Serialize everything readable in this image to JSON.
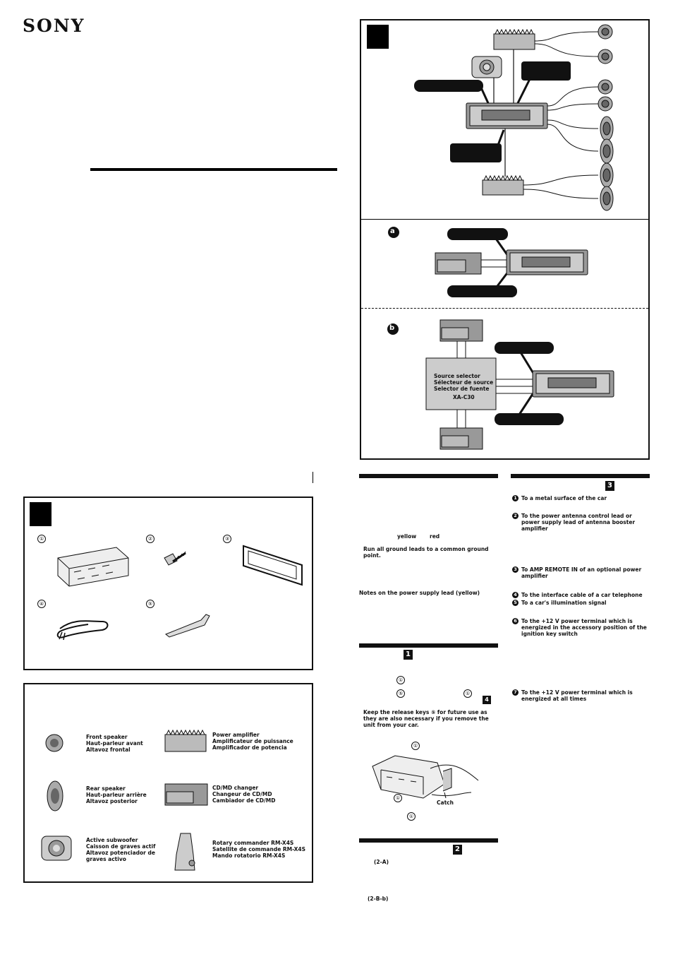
{
  "brand": "SONY",
  "diagram_right": {
    "sub_a_label": "a",
    "sub_b_label": "b",
    "source_selector": [
      "Source selector",
      "Sélecteur de source",
      "Selector de fuente",
      "XA-C30"
    ]
  },
  "supplied_parts": {
    "items": [
      {
        "num": "①"
      },
      {
        "num": "②"
      },
      {
        "num": "③"
      },
      {
        "num": "④"
      },
      {
        "num": "⑤"
      }
    ]
  },
  "legend": {
    "items": [
      {
        "labels": [
          "Front speaker",
          "Haut-parleur avant",
          "Altavoz frontal"
        ]
      },
      {
        "labels": [
          "Power amplifier",
          "Amplificateur de puissance",
          "Amplificador de potencia"
        ]
      },
      {
        "labels": [
          "Rear speaker",
          "Haut-parleur arrière",
          "Altavoz posterior"
        ]
      },
      {
        "labels": [
          "CD/MD changer",
          "Changeur de CD/MD",
          "Cambiador de CD/MD"
        ]
      },
      {
        "labels": [
          "Active subwoofer",
          "Caisson de graves actif",
          "Altavoz potenciador de",
          "graves activo"
        ]
      },
      {
        "labels": [
          "Rotary commander RM-X4S",
          "Satellite de commande RM-X4S",
          "Mando rotatorio RM-X4S"
        ]
      }
    ]
  },
  "middle_col": {
    "yellow": "yellow",
    "red": "red",
    "ground_note": "Run all ground leads to a common ground point.",
    "power_notes_title": "Notes on the power supply lead (yellow)",
    "sec1_num": "1",
    "circ1": "①",
    "circ5": "⑤",
    "circ1b": "①",
    "box4": "4",
    "release_note": "Keep the release keys ⑤ for future use as they are also necessary if you remove the unit from your car.",
    "fig_circ1": "①",
    "fig_circ1b": "①",
    "fig_catch": "Catch",
    "fig_circ1c": "①",
    "sec2_num": "2",
    "ref_a": "(2-A)",
    "ref_b": "(2-B-b)"
  },
  "right_col": {
    "sec3_num": "3",
    "items": [
      {
        "n": "1",
        "text": "To a metal surface of the car"
      },
      {
        "n": "2",
        "text": "To the power antenna control lead or power supply lead of antenna booster amplifier"
      },
      {
        "n": "3",
        "text": "To AMP REMOTE IN of an optional power amplifier"
      },
      {
        "n": "4",
        "text": "To the interface cable of a car telephone"
      },
      {
        "n": "5",
        "text": "To a car's illumination signal"
      },
      {
        "n": "6",
        "text": "To the +12 V power terminal which is energized in the accessory position of the ignition key switch"
      },
      {
        "n": "7",
        "text": "To the +12 V power terminal which is energized at all times"
      }
    ]
  }
}
